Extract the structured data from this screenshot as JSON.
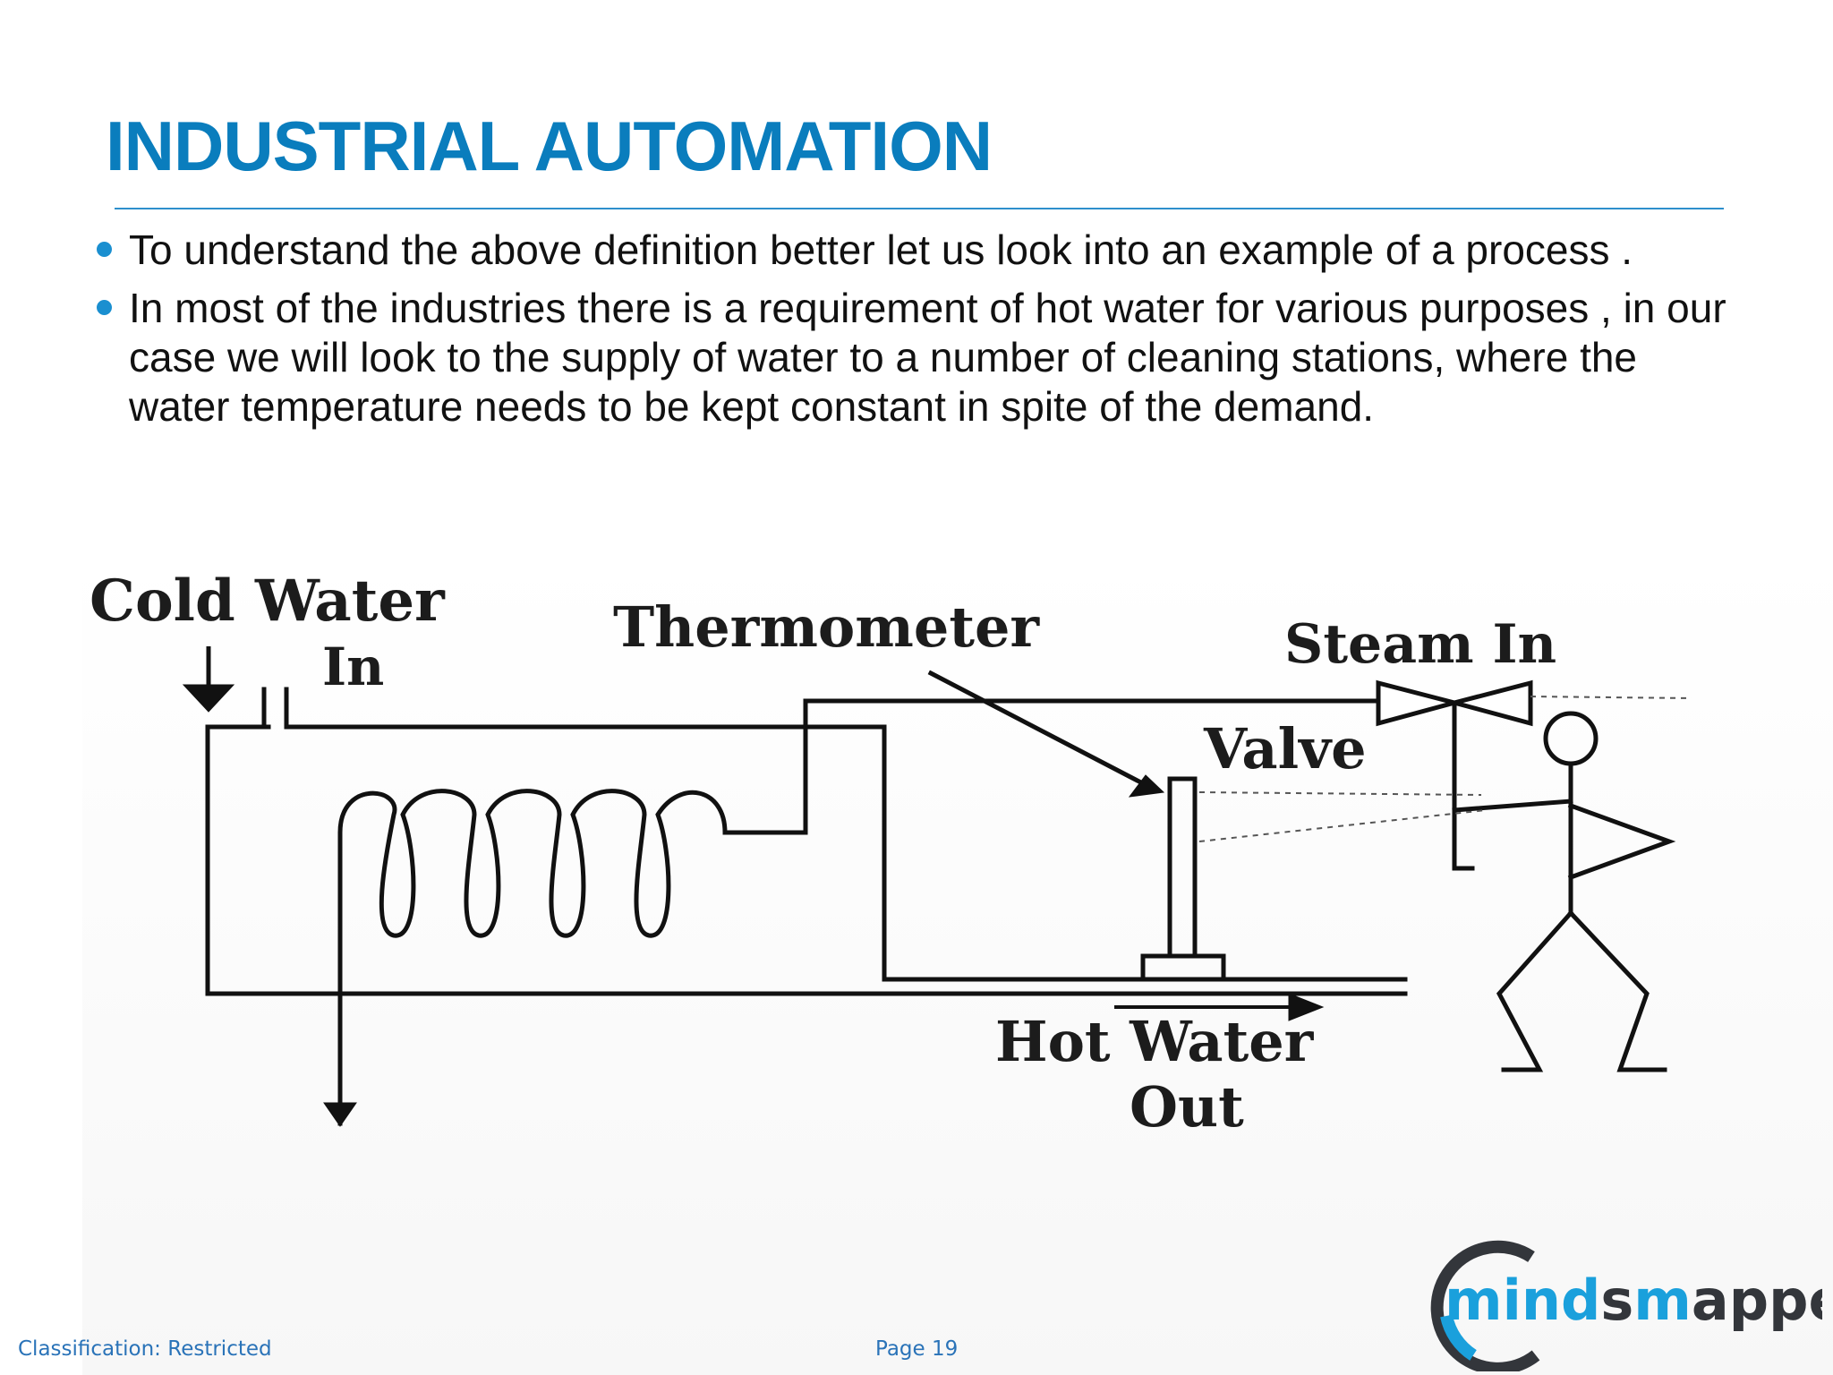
{
  "slide": {
    "title": "INDUSTRIAL AUTOMATION",
    "bullets": [
      "To understand the above definition better let us look into an example of a process .",
      "In most of the industries there is a requirement of hot water for various purposes , in our case we will look to the  supply of water to a number of cleaning stations, where the water temperature needs to be kept constant in spite of the demand."
    ]
  },
  "diagram": {
    "labels": {
      "cold_water": "Cold Water",
      "cold_in": "In",
      "thermometer": "Thermometer",
      "steam_in": "Steam In",
      "valve": "Valve",
      "hot_water": "Hot Water",
      "out": "Out"
    }
  },
  "footer": {
    "classification": "Classification: Restricted",
    "page": "Page 19"
  },
  "logo": {
    "text_part1": "mind",
    "text_part2": "s",
    "text_part3": "m",
    "text_part4": "apped",
    "colors": {
      "dark": "#33363b",
      "accent": "#1aa0dc"
    }
  }
}
